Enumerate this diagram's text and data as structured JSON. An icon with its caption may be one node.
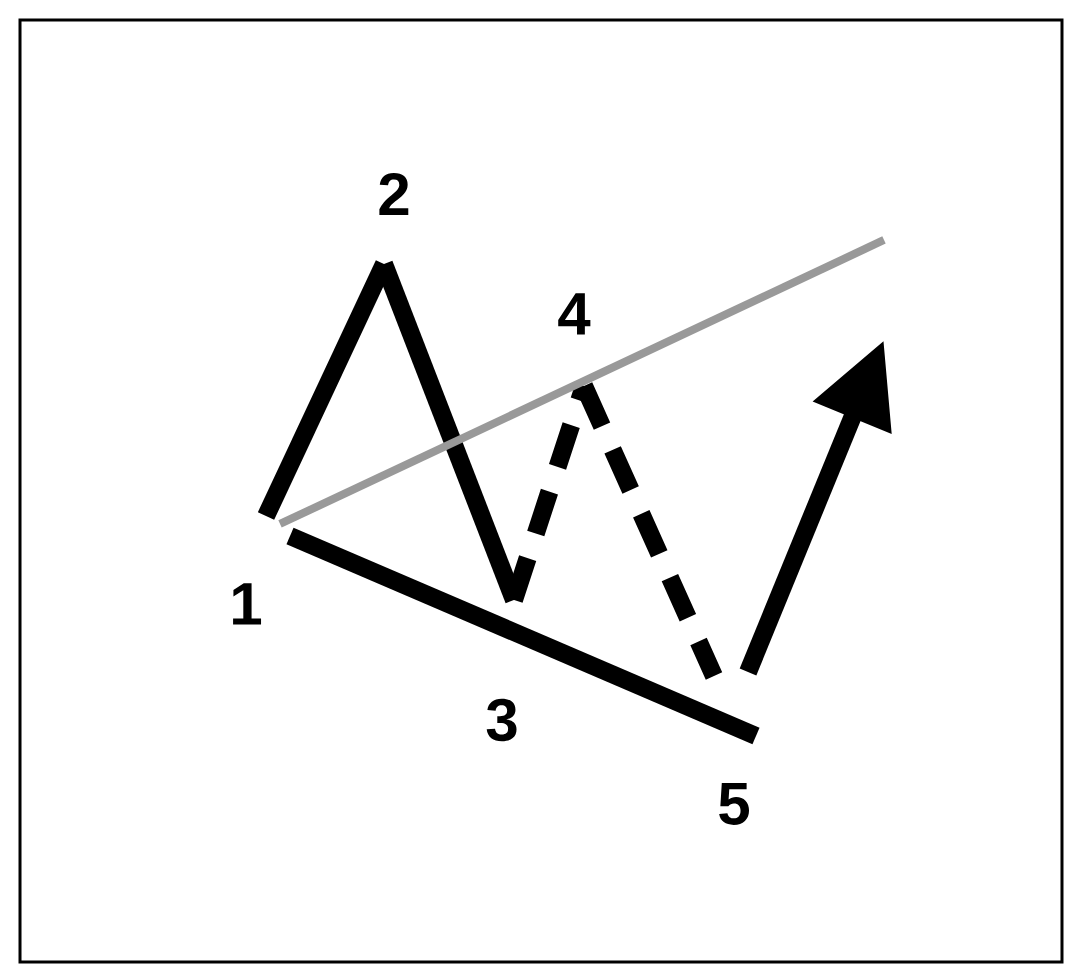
{
  "diagram": {
    "nodes": [
      {
        "text": [
          "1"
        ]
      },
      {
        "text": [
          "2"
        ]
      },
      {
        "text": [
          "3"
        ]
      },
      {
        "text": [
          "4"
        ]
      },
      {
        "text": [
          "5"
        ]
      }
    ],
    "edges": [
      {
        "from": 0,
        "to": 1,
        "arrow": "none"
      },
      {
        "from": 1,
        "to": 2,
        "arrow": "none"
      },
      {
        "from": 2,
        "to": 3,
        "arrow": "none",
        "style": "dashed"
      },
      {
        "from": 3,
        "to": 4,
        "arrow": "none",
        "style": "dashed"
      },
      {
        "from": 0,
        "to": 4,
        "arrow": "none"
      },
      {
        "from": 0,
        "to": null,
        "arrow": "none",
        "color": "#999999"
      }
    ]
  }
}
